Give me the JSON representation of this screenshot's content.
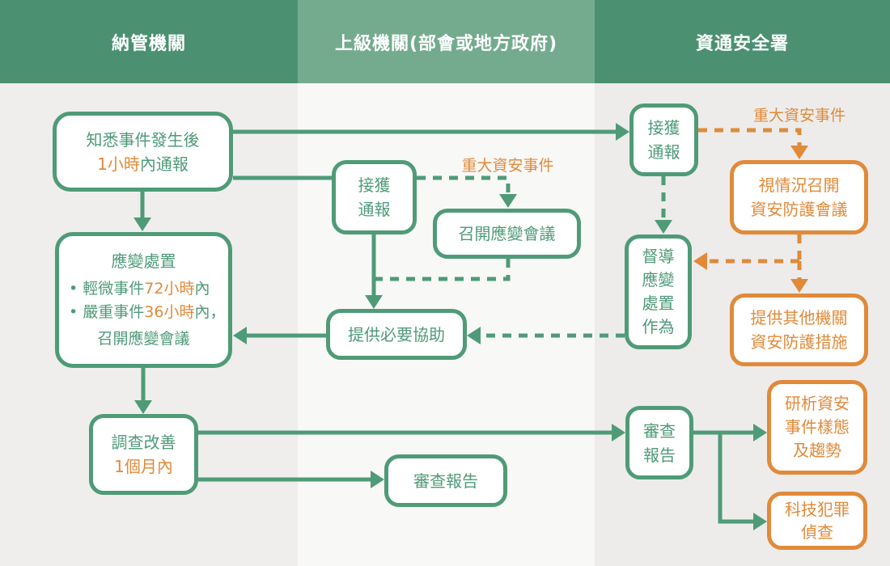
{
  "columns": [
    {
      "title": "納管機關"
    },
    {
      "title": "上級機關(部會或地方政府)"
    },
    {
      "title": "資通安全署"
    }
  ],
  "labels": {
    "major_incident_sup": "重大資安事件",
    "major_incident_csa": "重大資安事件"
  },
  "nodes": {
    "notify": {
      "line1": "知悉事件發生後",
      "line2_num": "1小時",
      "line2_rest": "內通報"
    },
    "receive_report_sup": {
      "line1": "接獲",
      "line2": "通報"
    },
    "convene_meeting": {
      "line1": "召開應變會議"
    },
    "response": {
      "title": "應變處置",
      "bullet": "•",
      "b1_pre": " 輕微事件",
      "b1_num": "72小時",
      "b1_post": "內",
      "b2_pre": " 嚴重事件",
      "b2_num": "36小時",
      "b2_post": "內，",
      "footer": "召開應變會議"
    },
    "assist": {
      "line1": "提供必要協助"
    },
    "investigate": {
      "line1": "調查改善",
      "line2": "1個月內"
    },
    "review_sup": {
      "line1": "審查報告"
    },
    "receive_report_csa": {
      "line1": "接獲",
      "line2": "通報"
    },
    "supervise": {
      "line1": "督導",
      "line2": "應變",
      "line3": "處置",
      "line4": "作為"
    },
    "review_csa": {
      "line1": "審查",
      "line2": "報告"
    },
    "situational_meeting": {
      "line1": "視情況召開",
      "line2": "資安防護會議"
    },
    "protective_measures": {
      "line1": "提供其他機關",
      "line2": "資安防護措施"
    },
    "analyze_trends": {
      "line1": "研析資安",
      "line2": "事件樣態",
      "line3": "及趨勢"
    },
    "tech_crime": {
      "line1": "科技犯罪",
      "line2": "偵查"
    }
  },
  "edges": [
    {
      "from": "notify",
      "to": "receive_report_csa",
      "style": "solid-green-arrow"
    },
    {
      "from": "notify",
      "to": "receive_report_sup",
      "style": "solid-green"
    },
    {
      "from": "notify",
      "to": "response",
      "style": "solid-green-arrow"
    },
    {
      "from": "receive_report_sup",
      "to": "assist",
      "style": "solid-green-arrow"
    },
    {
      "from": "receive_report_sup",
      "to": "convene_meeting",
      "style": "dashed-green-arrow",
      "label": "重大資安事件"
    },
    {
      "from": "convene_meeting",
      "to": "assist",
      "style": "dashed-green"
    },
    {
      "from": "assist",
      "to": "response",
      "style": "solid-green-arrow"
    },
    {
      "from": "response",
      "to": "investigate",
      "style": "solid-green-arrow"
    },
    {
      "from": "investigate",
      "to": "review_csa",
      "style": "solid-green-arrow"
    },
    {
      "from": "investigate",
      "to": "review_sup",
      "style": "solid-green-arrow"
    },
    {
      "from": "receive_report_csa",
      "to": "situational_meeting",
      "style": "dashed-orange-arrow",
      "label": "重大資安事件"
    },
    {
      "from": "receive_report_csa",
      "to": "supervise",
      "style": "dashed-green-arrow"
    },
    {
      "from": "situational_meeting",
      "to": "supervise",
      "style": "dashed-orange-arrow"
    },
    {
      "from": "situational_meeting",
      "to": "protective_measures",
      "style": "dashed-orange-arrow"
    },
    {
      "from": "supervise",
      "to": "assist",
      "style": "dashed-green-arrow"
    },
    {
      "from": "review_csa",
      "to": "analyze_trends",
      "style": "solid-green-arrow"
    },
    {
      "from": "review_csa",
      "to": "tech_crime",
      "style": "solid-green-arrow"
    }
  ],
  "colors": {
    "header_dark_green": "#4b9171",
    "header_light_green": "#74ab8e",
    "green": "#4f9b77",
    "orange": "#e08a3a",
    "col1_bg": "#efeeed",
    "col2_bg": "#f8f8f7",
    "col3_bg": "#edeceb",
    "node_bg": "#ffffff"
  }
}
